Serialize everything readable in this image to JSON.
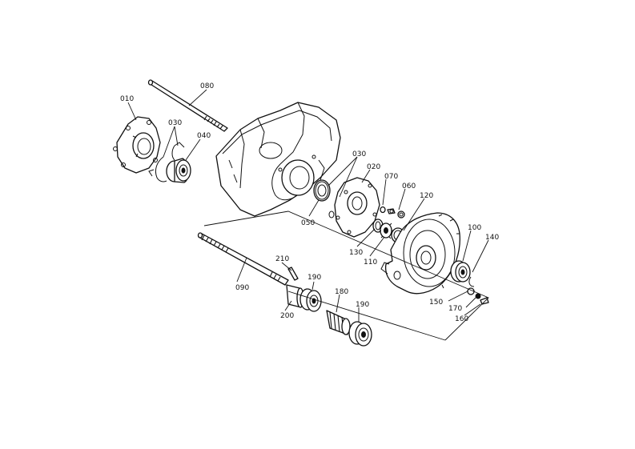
{
  "callouts": {
    "c010": "010",
    "c030a": "030",
    "c040": "040",
    "c080": "080",
    "c030b": "030",
    "c020": "020",
    "c070": "070",
    "c060": "060",
    "c120": "120",
    "c050": "050",
    "c130": "130",
    "c110": "110",
    "c100": "100",
    "c140": "140",
    "c150": "150",
    "c170": "170",
    "c160": "160",
    "c090": "090",
    "c210": "210",
    "c190a": "190",
    "c200": "200",
    "c180": "180",
    "c190b": "190"
  },
  "colors": {
    "line": "#111111",
    "background": "#ffffff"
  }
}
